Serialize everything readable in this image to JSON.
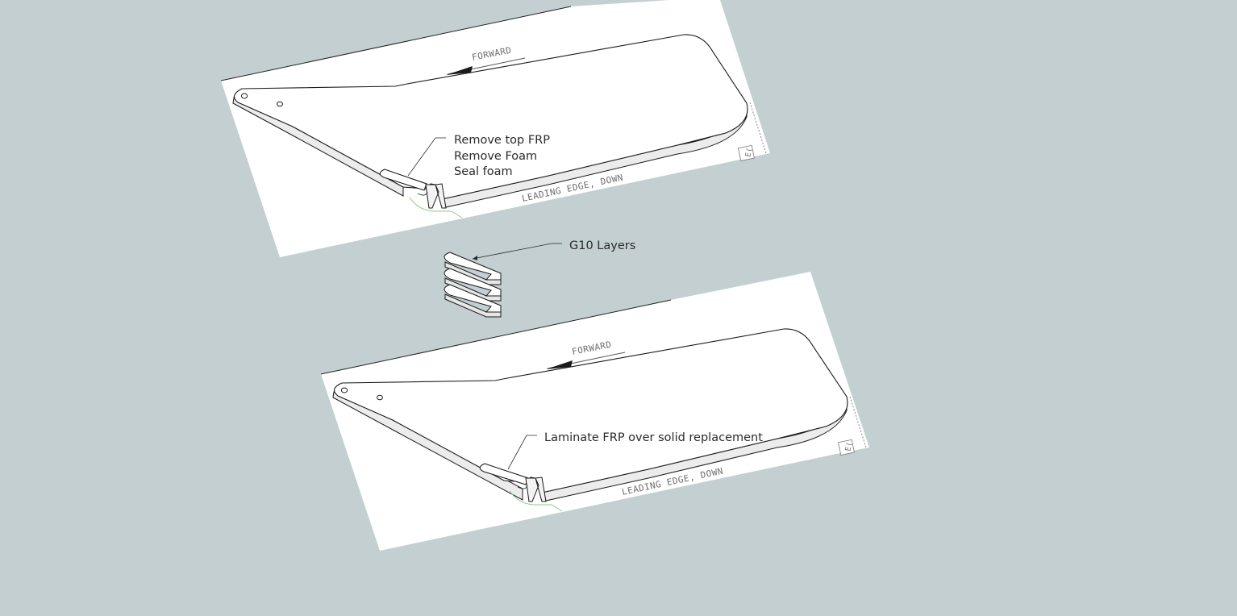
{
  "callouts": {
    "top_line1": "Remove top FRP",
    "top_line2": "Remove Foam",
    "top_line3": "Seal foam",
    "g10": "G10 Layers",
    "bottom": "Laminate FRP over solid replacement"
  },
  "drawing_labels": {
    "forward": "FORWARD",
    "leading_edge": "LEADING EDGE, DOWN",
    "edge_tag": "E("
  },
  "colors": {
    "background": "#c3cfd1",
    "sheet": "#ffffff",
    "outline": "#1a1a1a",
    "panel_side": "#e9e9e9",
    "guide_green": "#8cc98c"
  }
}
